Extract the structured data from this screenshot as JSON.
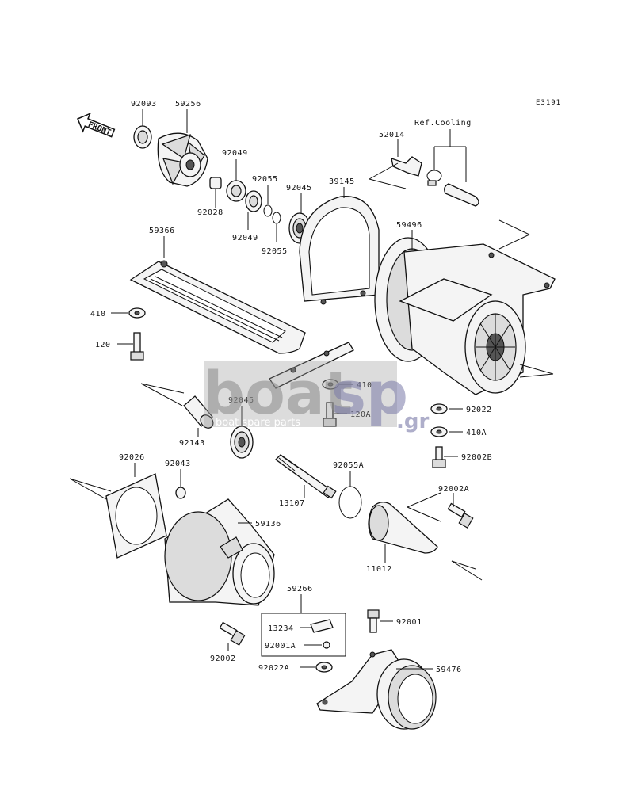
{
  "diagram_code": "E3191",
  "front_label": "FRONT",
  "ref_label": "Ref.Cooling",
  "watermark": {
    "brand_a": "boat",
    "brand_b": "sp",
    "tld": ".gr",
    "tagline": "boat spare parts"
  },
  "parts": [
    {
      "id": "p92093",
      "label": "92093"
    },
    {
      "id": "p59256",
      "label": "59256"
    },
    {
      "id": "p92049a",
      "label": "92049"
    },
    {
      "id": "p92055a",
      "label": "92055"
    },
    {
      "id": "p92045a",
      "label": "92045"
    },
    {
      "id": "p39145",
      "label": "39145"
    },
    {
      "id": "p52014",
      "label": "52014"
    },
    {
      "id": "p92028",
      "label": "92028"
    },
    {
      "id": "p92049b",
      "label": "92049"
    },
    {
      "id": "p92055b",
      "label": "92055"
    },
    {
      "id": "p59366",
      "label": "59366"
    },
    {
      "id": "p59496",
      "label": "59496"
    },
    {
      "id": "p410",
      "label": "410"
    },
    {
      "id": "p120",
      "label": "120"
    },
    {
      "id": "p410b",
      "label": "410"
    },
    {
      "id": "p92045b",
      "label": "92045"
    },
    {
      "id": "p120A",
      "label": "120A"
    },
    {
      "id": "p92022",
      "label": "92022"
    },
    {
      "id": "p92143",
      "label": "92143"
    },
    {
      "id": "p410A",
      "label": "410A"
    },
    {
      "id": "p92026",
      "label": "92026"
    },
    {
      "id": "p92043",
      "label": "92043"
    },
    {
      "id": "p92055A",
      "label": "92055A"
    },
    {
      "id": "p92002B",
      "label": "92002B"
    },
    {
      "id": "p13107",
      "label": "13107"
    },
    {
      "id": "p92002A",
      "label": "92002A"
    },
    {
      "id": "p59136",
      "label": "59136"
    },
    {
      "id": "p11012",
      "label": "11012"
    },
    {
      "id": "p59266",
      "label": "59266"
    },
    {
      "id": "p13234",
      "label": "13234"
    },
    {
      "id": "p92001",
      "label": "92001"
    },
    {
      "id": "p92001A",
      "label": "92001A"
    },
    {
      "id": "p92002",
      "label": "92002"
    },
    {
      "id": "p92022A",
      "label": "92022A"
    },
    {
      "id": "p59476",
      "label": "59476"
    }
  ]
}
